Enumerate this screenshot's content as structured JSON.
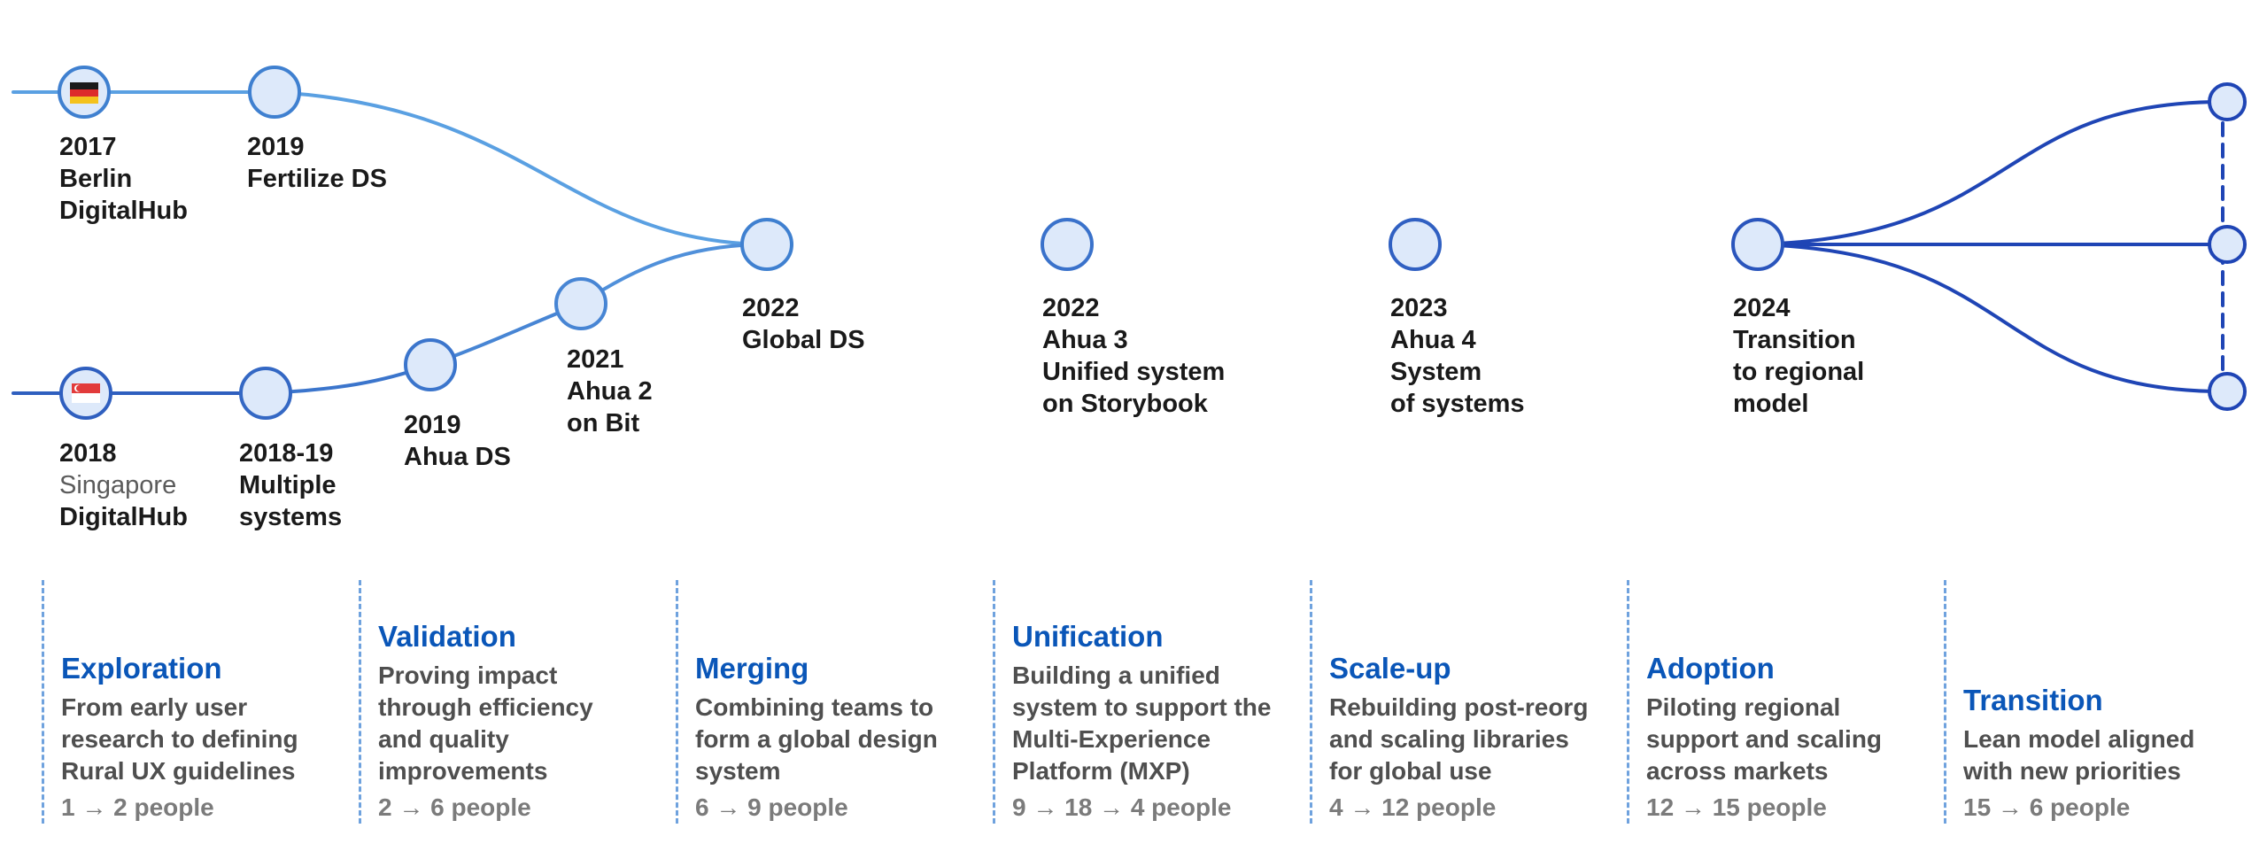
{
  "colors": {
    "light_line": "#5a9ee0",
    "dark_line": "#1f45b5",
    "node_fill": "#dde9fa",
    "phase_title": "#0a56b8"
  },
  "nodes": [
    {
      "id": "berlin",
      "lines": [
        "2017",
        "Berlin",
        "DigitalHub"
      ],
      "icon": "germany-flag-icon"
    },
    {
      "id": "fertilize",
      "lines": [
        "2019",
        "Fertilize DS"
      ]
    },
    {
      "id": "singapore",
      "lines": [
        "2018",
        "Singapore",
        "DigitalHub"
      ],
      "icon": "singapore-flag-icon"
    },
    {
      "id": "multiple",
      "lines": [
        "2018-19",
        "Multiple",
        "systems"
      ]
    },
    {
      "id": "ahua-ds",
      "lines": [
        "2019",
        "Ahua DS"
      ]
    },
    {
      "id": "ahua2",
      "lines": [
        "2021",
        "Ahua 2",
        "on Bit"
      ]
    },
    {
      "id": "global",
      "lines": [
        "2022",
        "Global DS"
      ]
    },
    {
      "id": "ahua3",
      "lines": [
        "2022",
        "Ahua 3",
        "Unified system",
        "on Storybook"
      ]
    },
    {
      "id": "ahua4",
      "lines": [
        "2023",
        "Ahua 4",
        "System",
        "of systems"
      ]
    },
    {
      "id": "transition-node",
      "lines": [
        "2024",
        "Transition",
        "to regional",
        "model"
      ]
    }
  ],
  "phases": [
    {
      "title": "Exploration",
      "desc": [
        "From early user",
        "research to defining",
        "Rural UX guidelines"
      ],
      "count": "1 → 2 people"
    },
    {
      "title": "Validation",
      "desc": [
        "Proving impact",
        "through efficiency",
        "and quality",
        "improvements"
      ],
      "count": "2 → 6 people"
    },
    {
      "title": "Merging",
      "desc": [
        "Combining teams to",
        "form a global design",
        "system"
      ],
      "count": "6 → 9 people"
    },
    {
      "title": "Unification",
      "desc": [
        "Building a unified",
        "system to support the",
        "Multi-Experience",
        "Platform (MXP)"
      ],
      "count": "9 → 18 → 4 people"
    },
    {
      "title": "Scale-up",
      "desc": [
        "Rebuilding post-reorg",
        "and scaling libraries",
        "for global use"
      ],
      "count": "4 → 12 people"
    },
    {
      "title": "Adoption",
      "desc": [
        "Piloting regional",
        "support and scaling",
        "across markets"
      ],
      "count": "12 → 15 people"
    },
    {
      "title": "Transition",
      "desc": [
        "Lean model aligned",
        "with new priorities"
      ],
      "count": "15 → 6 people"
    }
  ]
}
